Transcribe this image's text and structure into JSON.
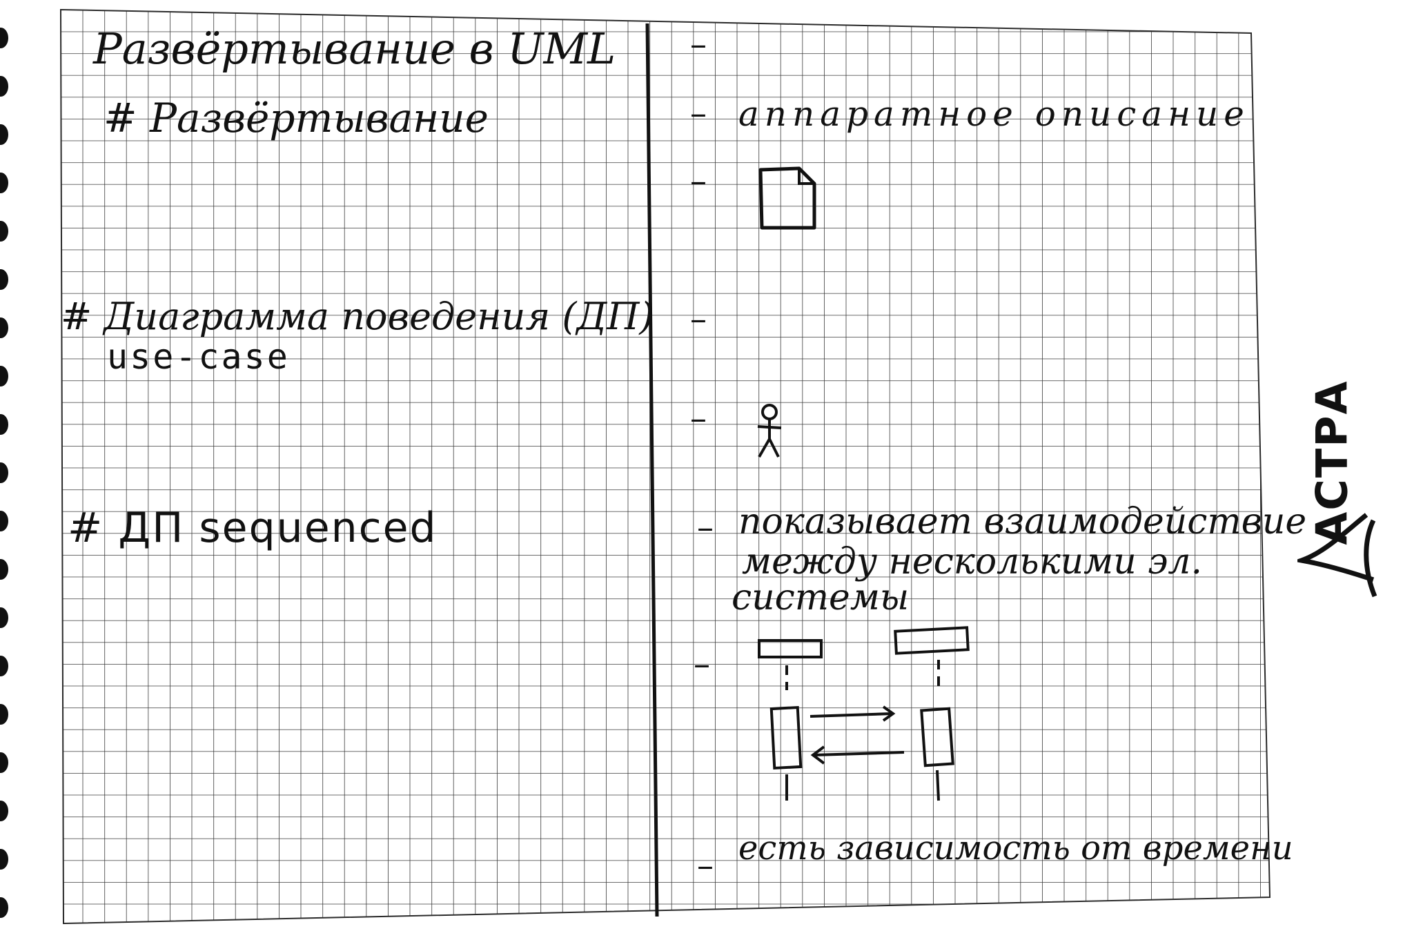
{
  "left_column": {
    "title": "Развёртывание в UML",
    "section_deploy": "# Развёртывание",
    "section_behavior": "# Диаграмма поведения (ДП)",
    "behavior_case": "use-case",
    "section_sequence": "# ДП sequenced"
  },
  "right_column": {
    "dash": "–",
    "hardware_description": "аппаратное описание",
    "interaction_line1": "показывает взаимодействие",
    "interaction_line2": "между несколькими эл.",
    "interaction_line3": "системы",
    "time_dependency": "есть зависимость от времени"
  },
  "brand": {
    "name": "АСТРА"
  },
  "colors": {
    "ink": "#111111",
    "grid": "#2a2a2a",
    "paper": "#ffffff"
  },
  "icons": [
    "document-icon",
    "stick-figure-icon",
    "sequence-diagram-icon",
    "astra-logo-icon"
  ]
}
